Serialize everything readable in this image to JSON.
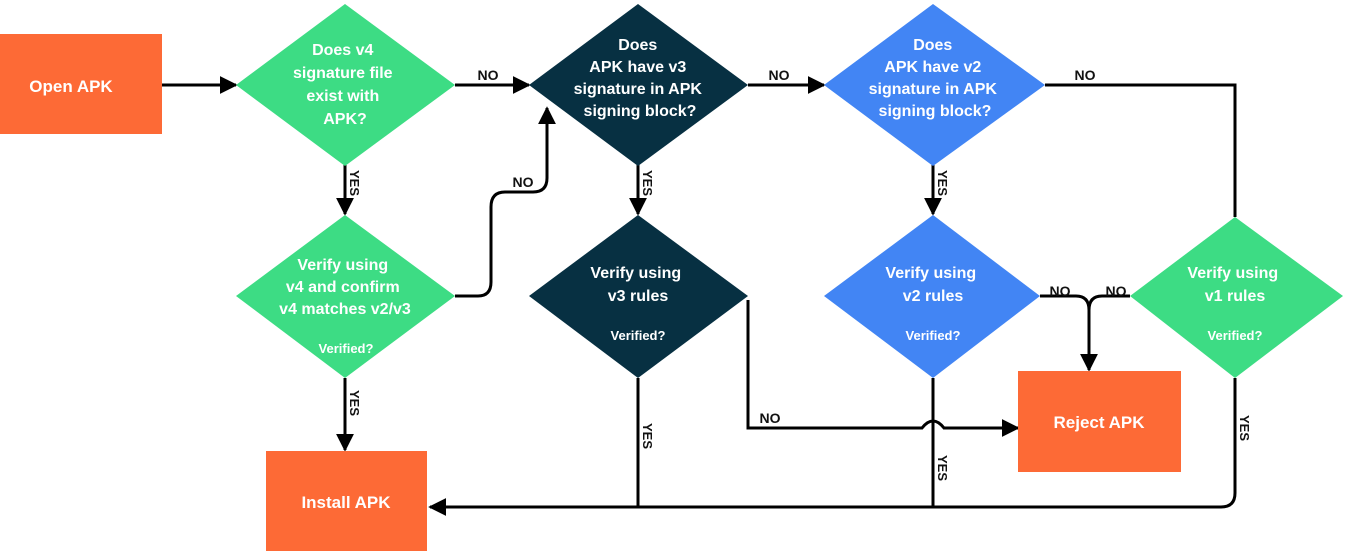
{
  "colors": {
    "orange": "#fd6a36",
    "green": "#3ddc84",
    "navy": "#073042",
    "blue": "#4285f4",
    "line": "#000000"
  },
  "nodes": {
    "open_apk": "Open APK",
    "install_apk": "Install APK",
    "reject_apk": "Reject APK",
    "q_v4": [
      "Does v4",
      "signature file",
      "exist with",
      "APK?"
    ],
    "q_v3": [
      "Does",
      "APK have v3",
      "signature in APK",
      "signing block?"
    ],
    "q_v2": [
      "Does",
      "APK have v2",
      "signature in APK",
      "signing block?"
    ],
    "verify_v4": [
      "Verify using",
      "v4 and confirm",
      "v4 matches v2/v3"
    ],
    "verify_v3": [
      "Verify using",
      "v3 rules"
    ],
    "verify_v2": [
      "Verify using",
      "v2 rules"
    ],
    "verify_v1": [
      "Verify using",
      "v1 rules"
    ],
    "verified_q": "Verified?"
  },
  "edge_labels": {
    "yes": "YES",
    "no": "NO"
  }
}
